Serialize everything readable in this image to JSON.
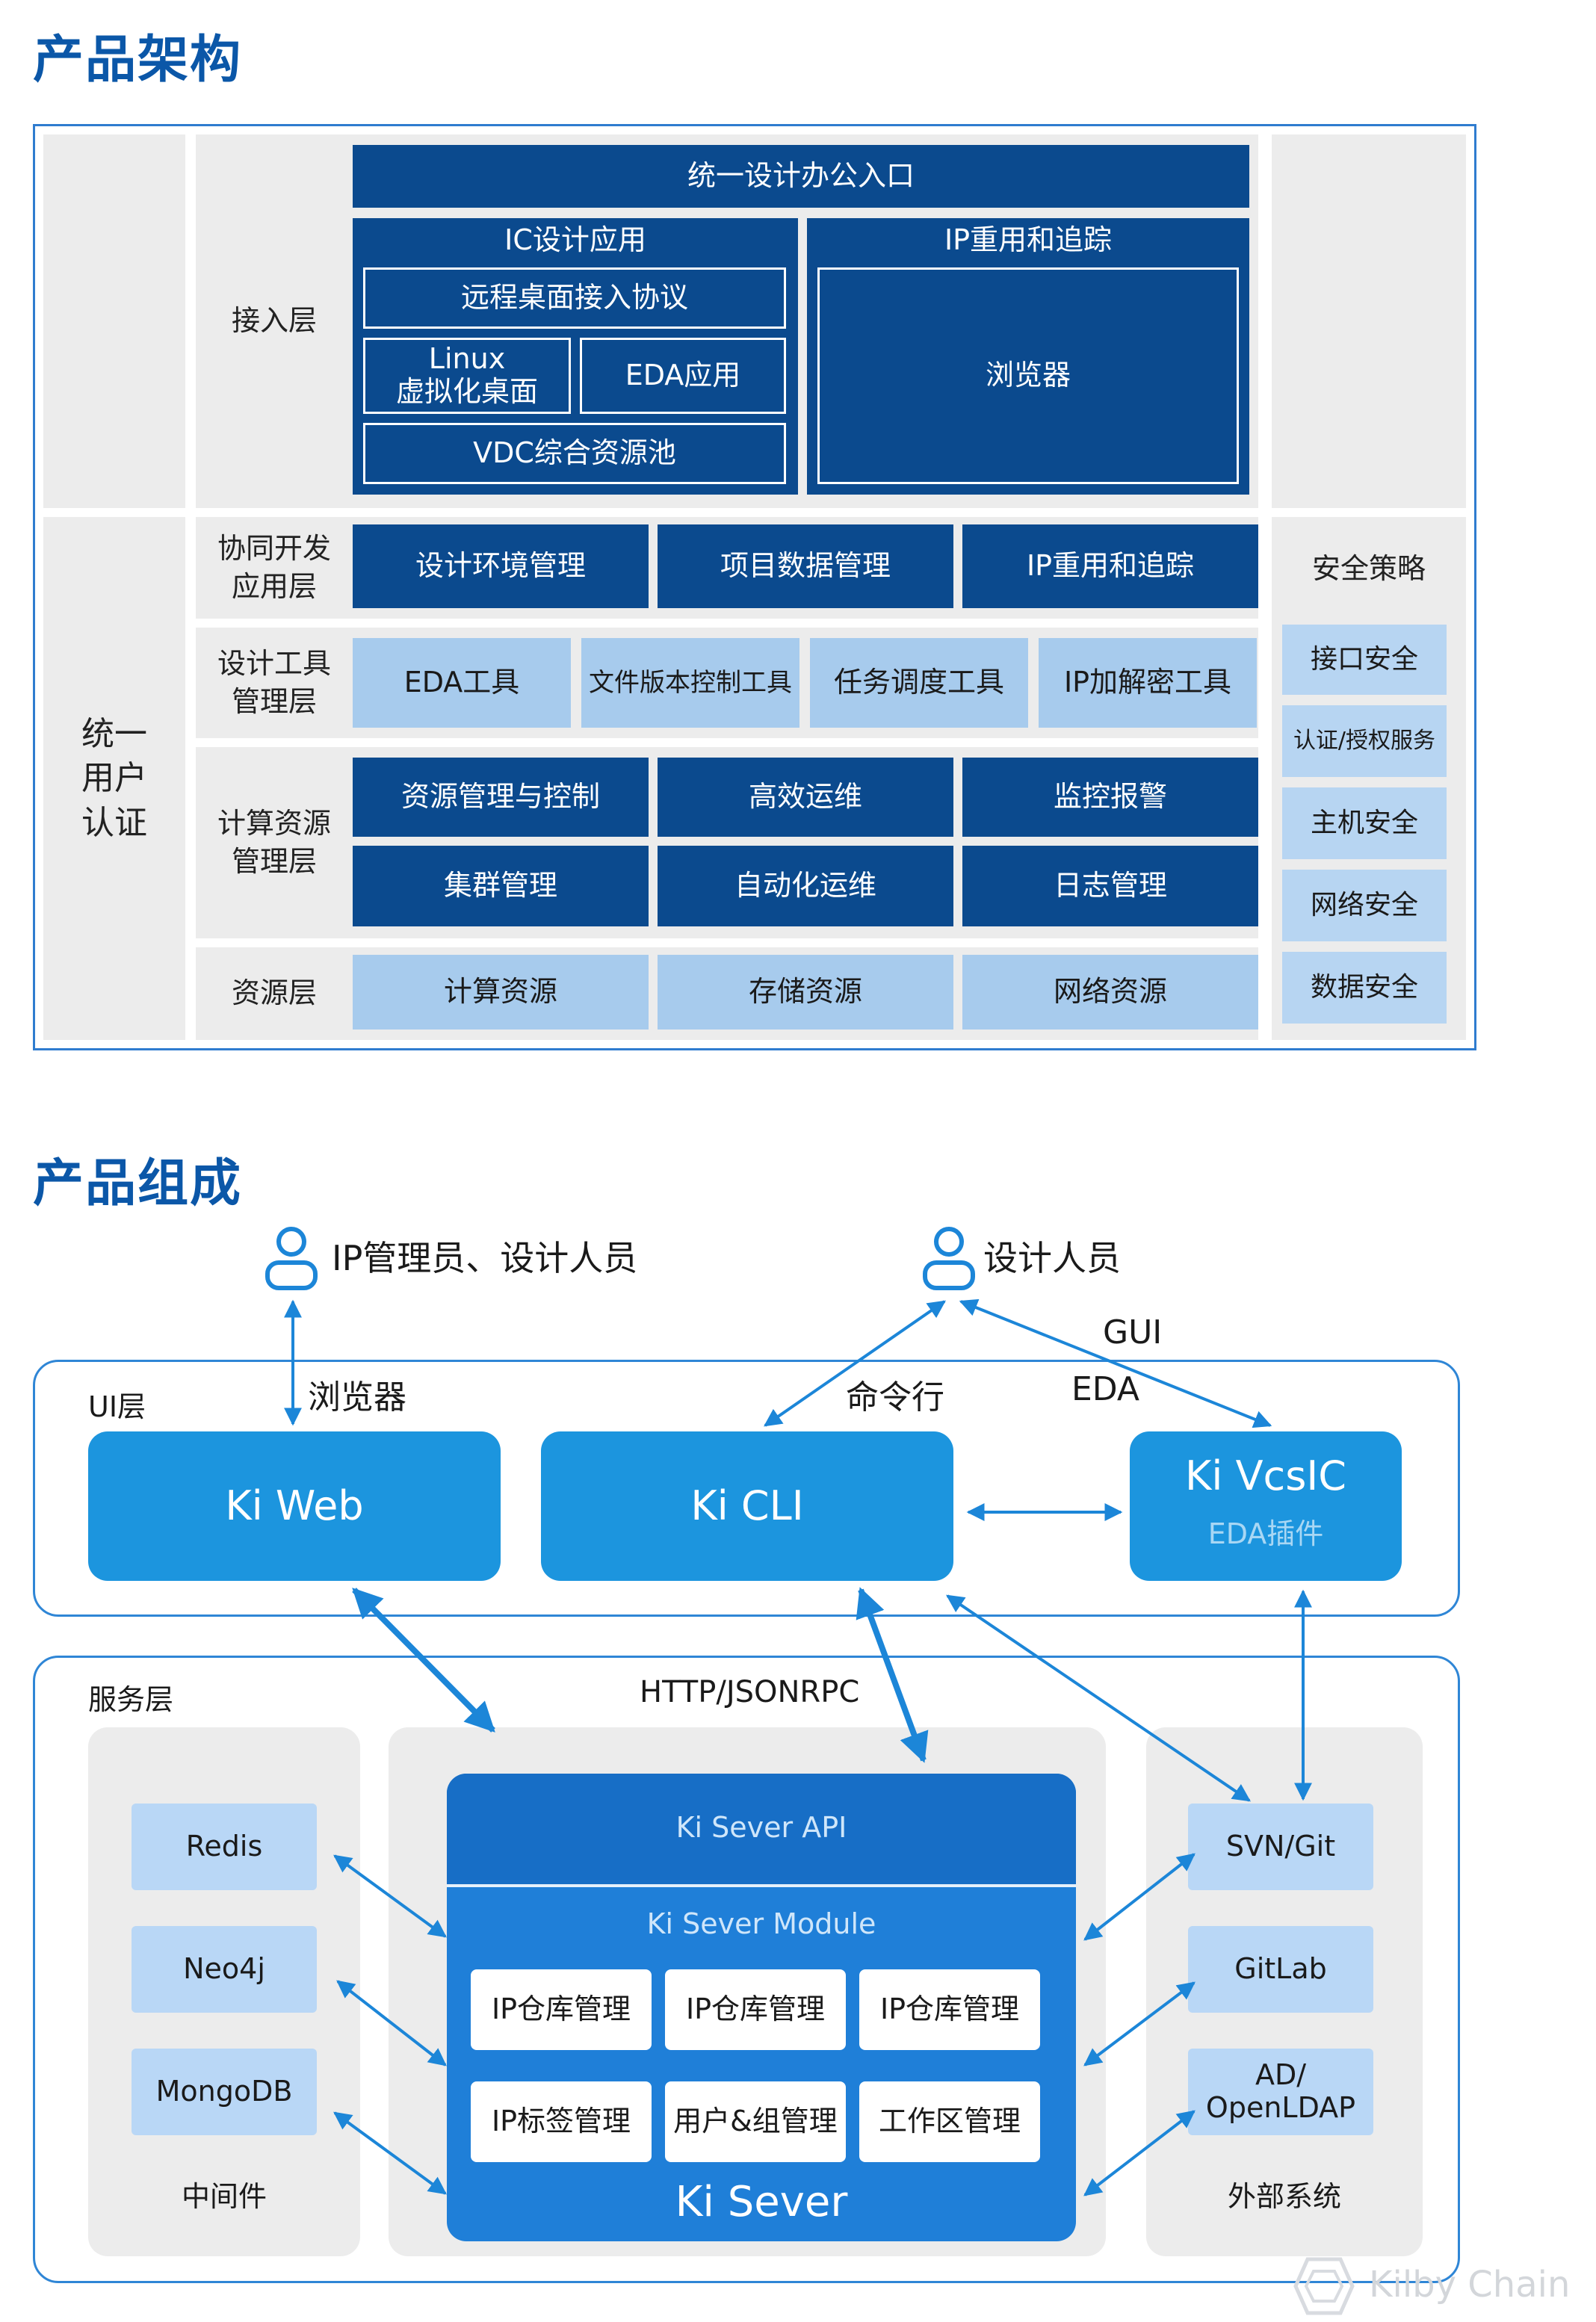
{
  "section1": {
    "title": "产品架构",
    "left_auth": "统一\n用户\n认证",
    "access": {
      "label": "接入层",
      "top": "统一设计办公入口",
      "ic_title": "IC设计应用",
      "ic_items": [
        "远程桌面接入协议",
        "Linux\n虚拟化桌面",
        "EDA应用",
        "VDC综合资源池"
      ],
      "ip_title": "IP重用和追踪",
      "ip_item": "浏览器"
    },
    "layers": [
      {
        "label": "协同开发\n应用层",
        "items": [
          "设计环境管理",
          "项目数据管理",
          "IP重用和追踪"
        ]
      },
      {
        "label": "设计工具\n管理层",
        "items": [
          "EDA工具",
          "文件版本控制工具",
          "任务调度工具",
          "IP加解密工具"
        ]
      },
      {
        "label": "计算资源\n管理层",
        "items": [
          "资源管理与控制",
          "高效运维",
          "监控报警",
          "集群管理",
          "自动化运维",
          "日志管理"
        ]
      },
      {
        "label": "资源层",
        "items": [
          "计算资源",
          "存储资源",
          "网络资源"
        ]
      }
    ],
    "security": {
      "title": "安全策略",
      "items": [
        "接口安全",
        "认证/授权服务",
        "主机安全",
        "网络安全",
        "数据安全"
      ]
    }
  },
  "section2": {
    "title": "产品组成",
    "users": [
      "IP管理员、设计人员",
      "设计人员"
    ],
    "edge_labels": {
      "browser": "浏览器",
      "cli": "命令行",
      "gui": "GUI",
      "eda": "EDA",
      "http": "HTTP/JSONRPC"
    },
    "ui_layer": {
      "label": "UI层",
      "web": "Ki Web",
      "cli": "Ki CLI",
      "vcs": "Ki VcsIC",
      "vcs_sub": "EDA插件"
    },
    "service_layer": {
      "label": "服务层",
      "middleware": {
        "label": "中间件",
        "items": [
          "Redis",
          "Neo4j",
          "MongoDB"
        ]
      },
      "server": {
        "api": "Ki Sever API",
        "module": "Ki Sever Module",
        "modules": [
          "IP仓库管理",
          "IP仓库管理",
          "IP仓库管理",
          "IP标签管理",
          "用户&组管理",
          "工作区管理"
        ],
        "name": "Ki Sever"
      },
      "external": {
        "label": "外部系统",
        "items": [
          "SVN/Git",
          "GitLab",
          "AD/\nOpenLDAP"
        ]
      }
    },
    "watermark": "Kilby Chain"
  },
  "colors": {
    "dark": "#0b4a8e",
    "light": "#a7cbed",
    "ui": "#1c95de",
    "server": "#1f7fd8",
    "arrow": "#1c86d8",
    "title": "#0b57a8"
  }
}
